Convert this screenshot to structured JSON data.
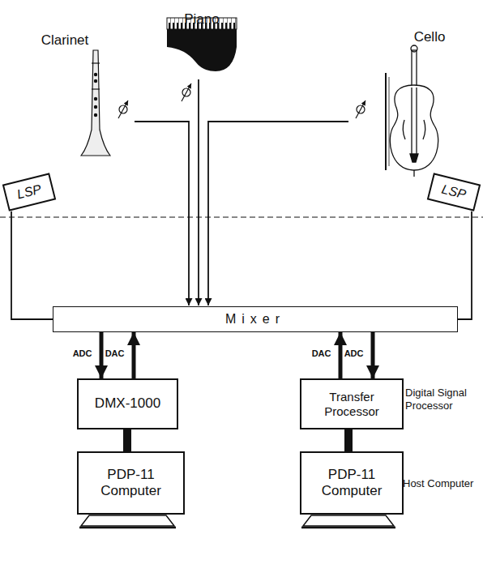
{
  "diagram": {
    "nodes": [
      {
        "text": [
          "LSP"
        ]
      },
      {
        "text": [
          "LSP"
        ]
      },
      {
        "text": [
          "Mixer"
        ]
      },
      {
        "text": [
          "DMX-1000"
        ]
      },
      {
        "text": [
          "Transfer Processor"
        ]
      },
      {
        "text": [
          "PDP-11 Computer"
        ]
      },
      {
        "text": [
          "PDP-11 Computer"
        ]
      }
    ],
    "edges": [
      {
        "from": 2,
        "to": 0,
        "arrow": "none"
      },
      {
        "from": 2,
        "to": 1,
        "arrow": "none"
      },
      {
        "from": 2,
        "to": 3,
        "arrow": "to",
        "label": "ADC"
      },
      {
        "from": 3,
        "to": 2,
        "arrow": "to",
        "label": "DAC"
      },
      {
        "from": 4,
        "to": 2,
        "arrow": "to",
        "label": "DAC"
      },
      {
        "from": 2,
        "to": 4,
        "arrow": "to",
        "label": "ADC"
      },
      {
        "from": 3,
        "to": 5,
        "arrow": "none"
      },
      {
        "from": 4,
        "to": 6,
        "arrow": "none"
      }
    ],
    "labels": [
      "Piano",
      "Clarinet",
      "Cello",
      "Digital Signal Processor",
      "Host Computer"
    ]
  }
}
